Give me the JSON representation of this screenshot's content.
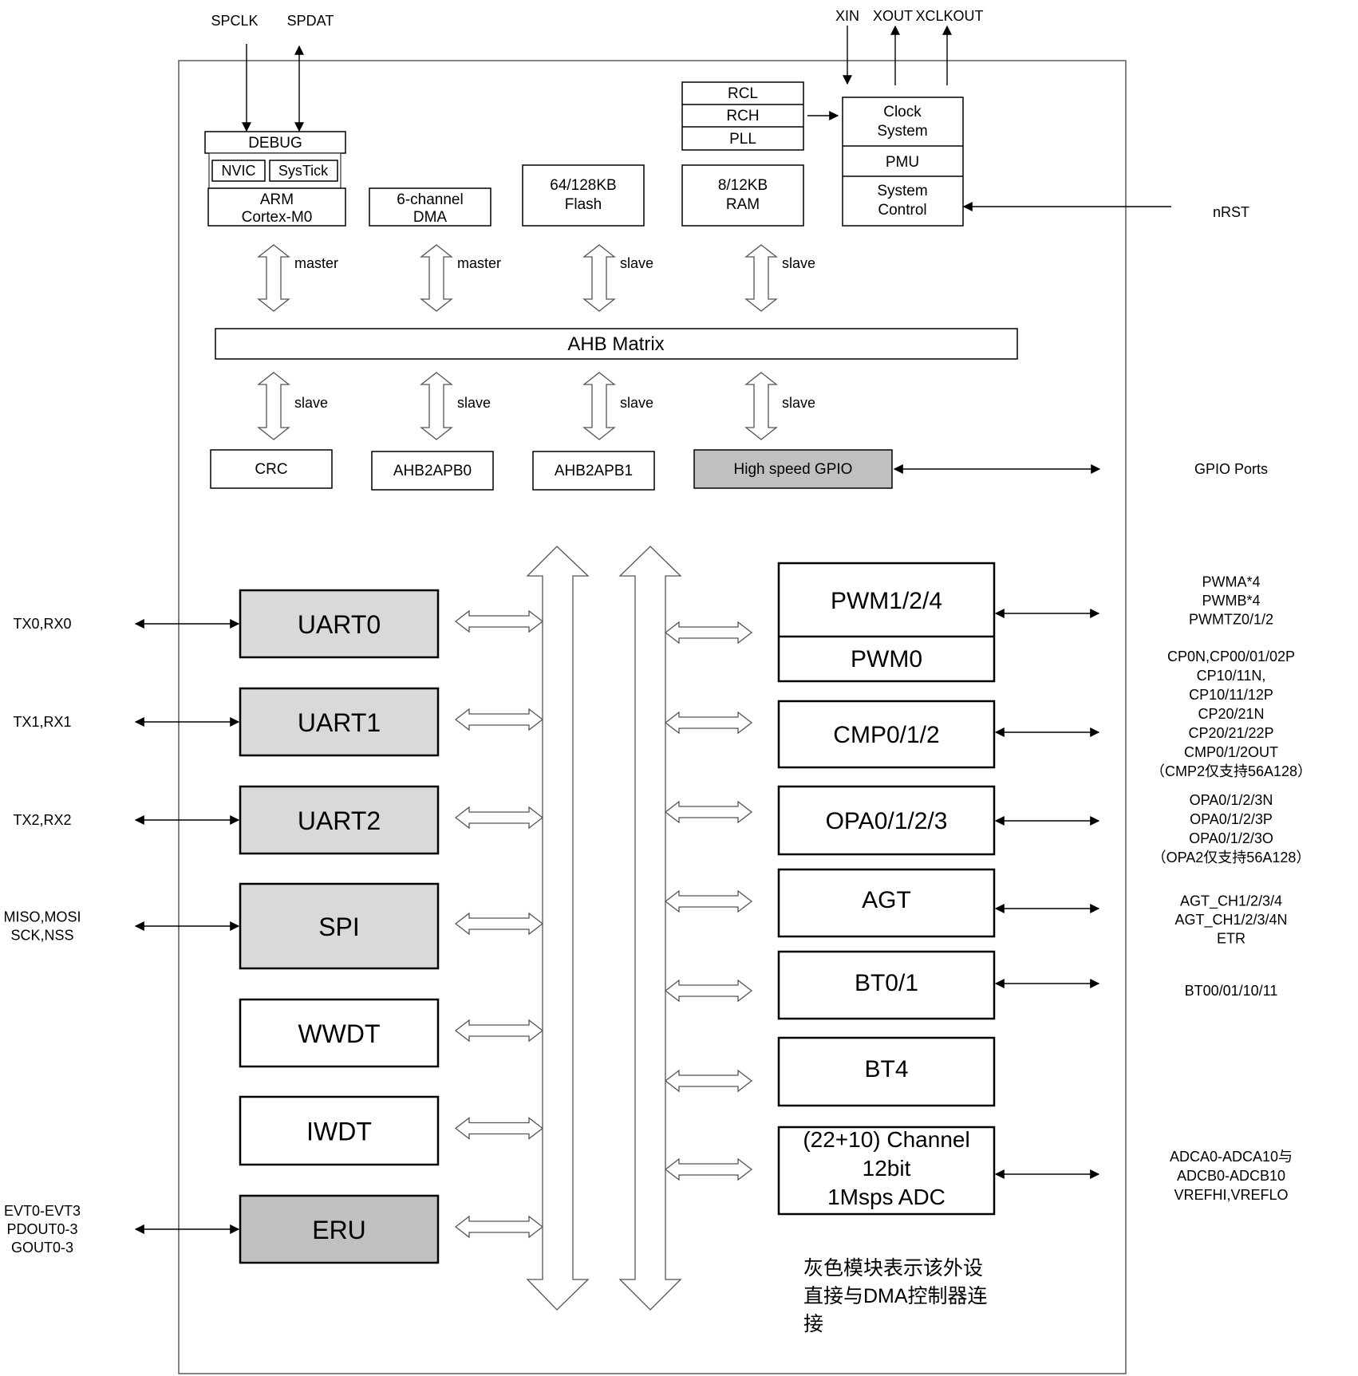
{
  "colors": {
    "dma_gray": "#d9d9d9",
    "gpio_gray": "#c0c0c0",
    "eru_gray": "#c0c0c0",
    "line": "#000000",
    "white": "#ffffff"
  },
  "top_signals": {
    "spclk": "SPCLK",
    "spdat": "SPDAT",
    "xin": "XIN",
    "xout": "XOUT",
    "xclkout": "XCLKOUT",
    "nrst": "nRST"
  },
  "core": {
    "debug": "DEBUG",
    "nvic": "NVIC",
    "systick": "SysTick",
    "arm_line1": "ARM",
    "arm_line2": "Cortex-M0",
    "dma_line1": "6-channel",
    "dma_line2": "DMA",
    "flash_line1": "64/128KB",
    "flash_line2": "Flash",
    "ram_line1": "8/12KB",
    "ram_line2": "RAM",
    "rcl": "RCL",
    "rch": "RCH",
    "pll": "PLL",
    "clock_line1": "Clock",
    "clock_line2": "System",
    "pmu": "PMU",
    "sysctrl_line1": "System",
    "sysctrl_line2": "Control"
  },
  "bus": {
    "ahb_matrix": "AHB Matrix",
    "upper_links": [
      "master",
      "master",
      "slave",
      "slave"
    ],
    "lower_links": [
      "slave",
      "slave",
      "slave",
      "slave"
    ]
  },
  "ahb_slaves": {
    "crc": "CRC",
    "apb0": "AHB2APB0",
    "apb1": "AHB2APB1",
    "gpio": "High speed GPIO",
    "gpio_ports": "GPIO Ports"
  },
  "left_peripherals": [
    {
      "name": "UART0",
      "dma": true,
      "pins": [
        "TX0,RX0"
      ]
    },
    {
      "name": "UART1",
      "dma": true,
      "pins": [
        "TX1,RX1"
      ]
    },
    {
      "name": "UART2",
      "dma": true,
      "pins": [
        "TX2,RX2"
      ]
    },
    {
      "name": "SPI",
      "dma": true,
      "pins": [
        "MISO,MOSI",
        "SCK,NSS"
      ]
    },
    {
      "name": "WWDT",
      "dma": false,
      "pins": []
    },
    {
      "name": "IWDT",
      "dma": false,
      "pins": []
    },
    {
      "name": "ERU",
      "dma": true,
      "pins": [
        "EVT0-EVT3",
        "PDOUT0-3",
        "GOUT0-3"
      ]
    }
  ],
  "right_peripherals": {
    "pwm_top": "PWM1/2/4",
    "pwm_bottom": "PWM0",
    "pwm_pins": [
      "PWMA*4",
      "PWMB*4",
      "PWMTZ0/1/2"
    ],
    "cmp": "CMP0/1/2",
    "cmp_pins": [
      "CP0N,CP00/01/02P",
      "CP10/11N,",
      "CP10/11/12P",
      "CP20/21N",
      "CP20/21/22P",
      "CMP0/1/2OUT",
      "（CMP2仅支持56A128）"
    ],
    "opa": "OPA0/1/2/3",
    "opa_pins": [
      "OPA0/1/2/3N",
      "OPA0/1/2/3P",
      "OPA0/1/2/3O",
      "（OPA2仅支持56A128）"
    ],
    "agt": "AGT",
    "agt_pins": [
      "AGT_CH1/2/3/4",
      "AGT_CH1/2/3/4N",
      "ETR"
    ],
    "bt01": "BT0/1",
    "bt01_pins": [
      "BT00/01/10/11"
    ],
    "bt4": "BT4",
    "adc_lines": [
      "(22+10) Channel",
      "12bit",
      "1Msps ADC"
    ],
    "adc_pins": [
      "ADCA0-ADCA10与",
      "ADCB0-ADCB10",
      "VREFHI,VREFLO"
    ]
  },
  "note": [
    "灰色模块表示该外设",
    "直接与DMA控制器连",
    "接"
  ]
}
